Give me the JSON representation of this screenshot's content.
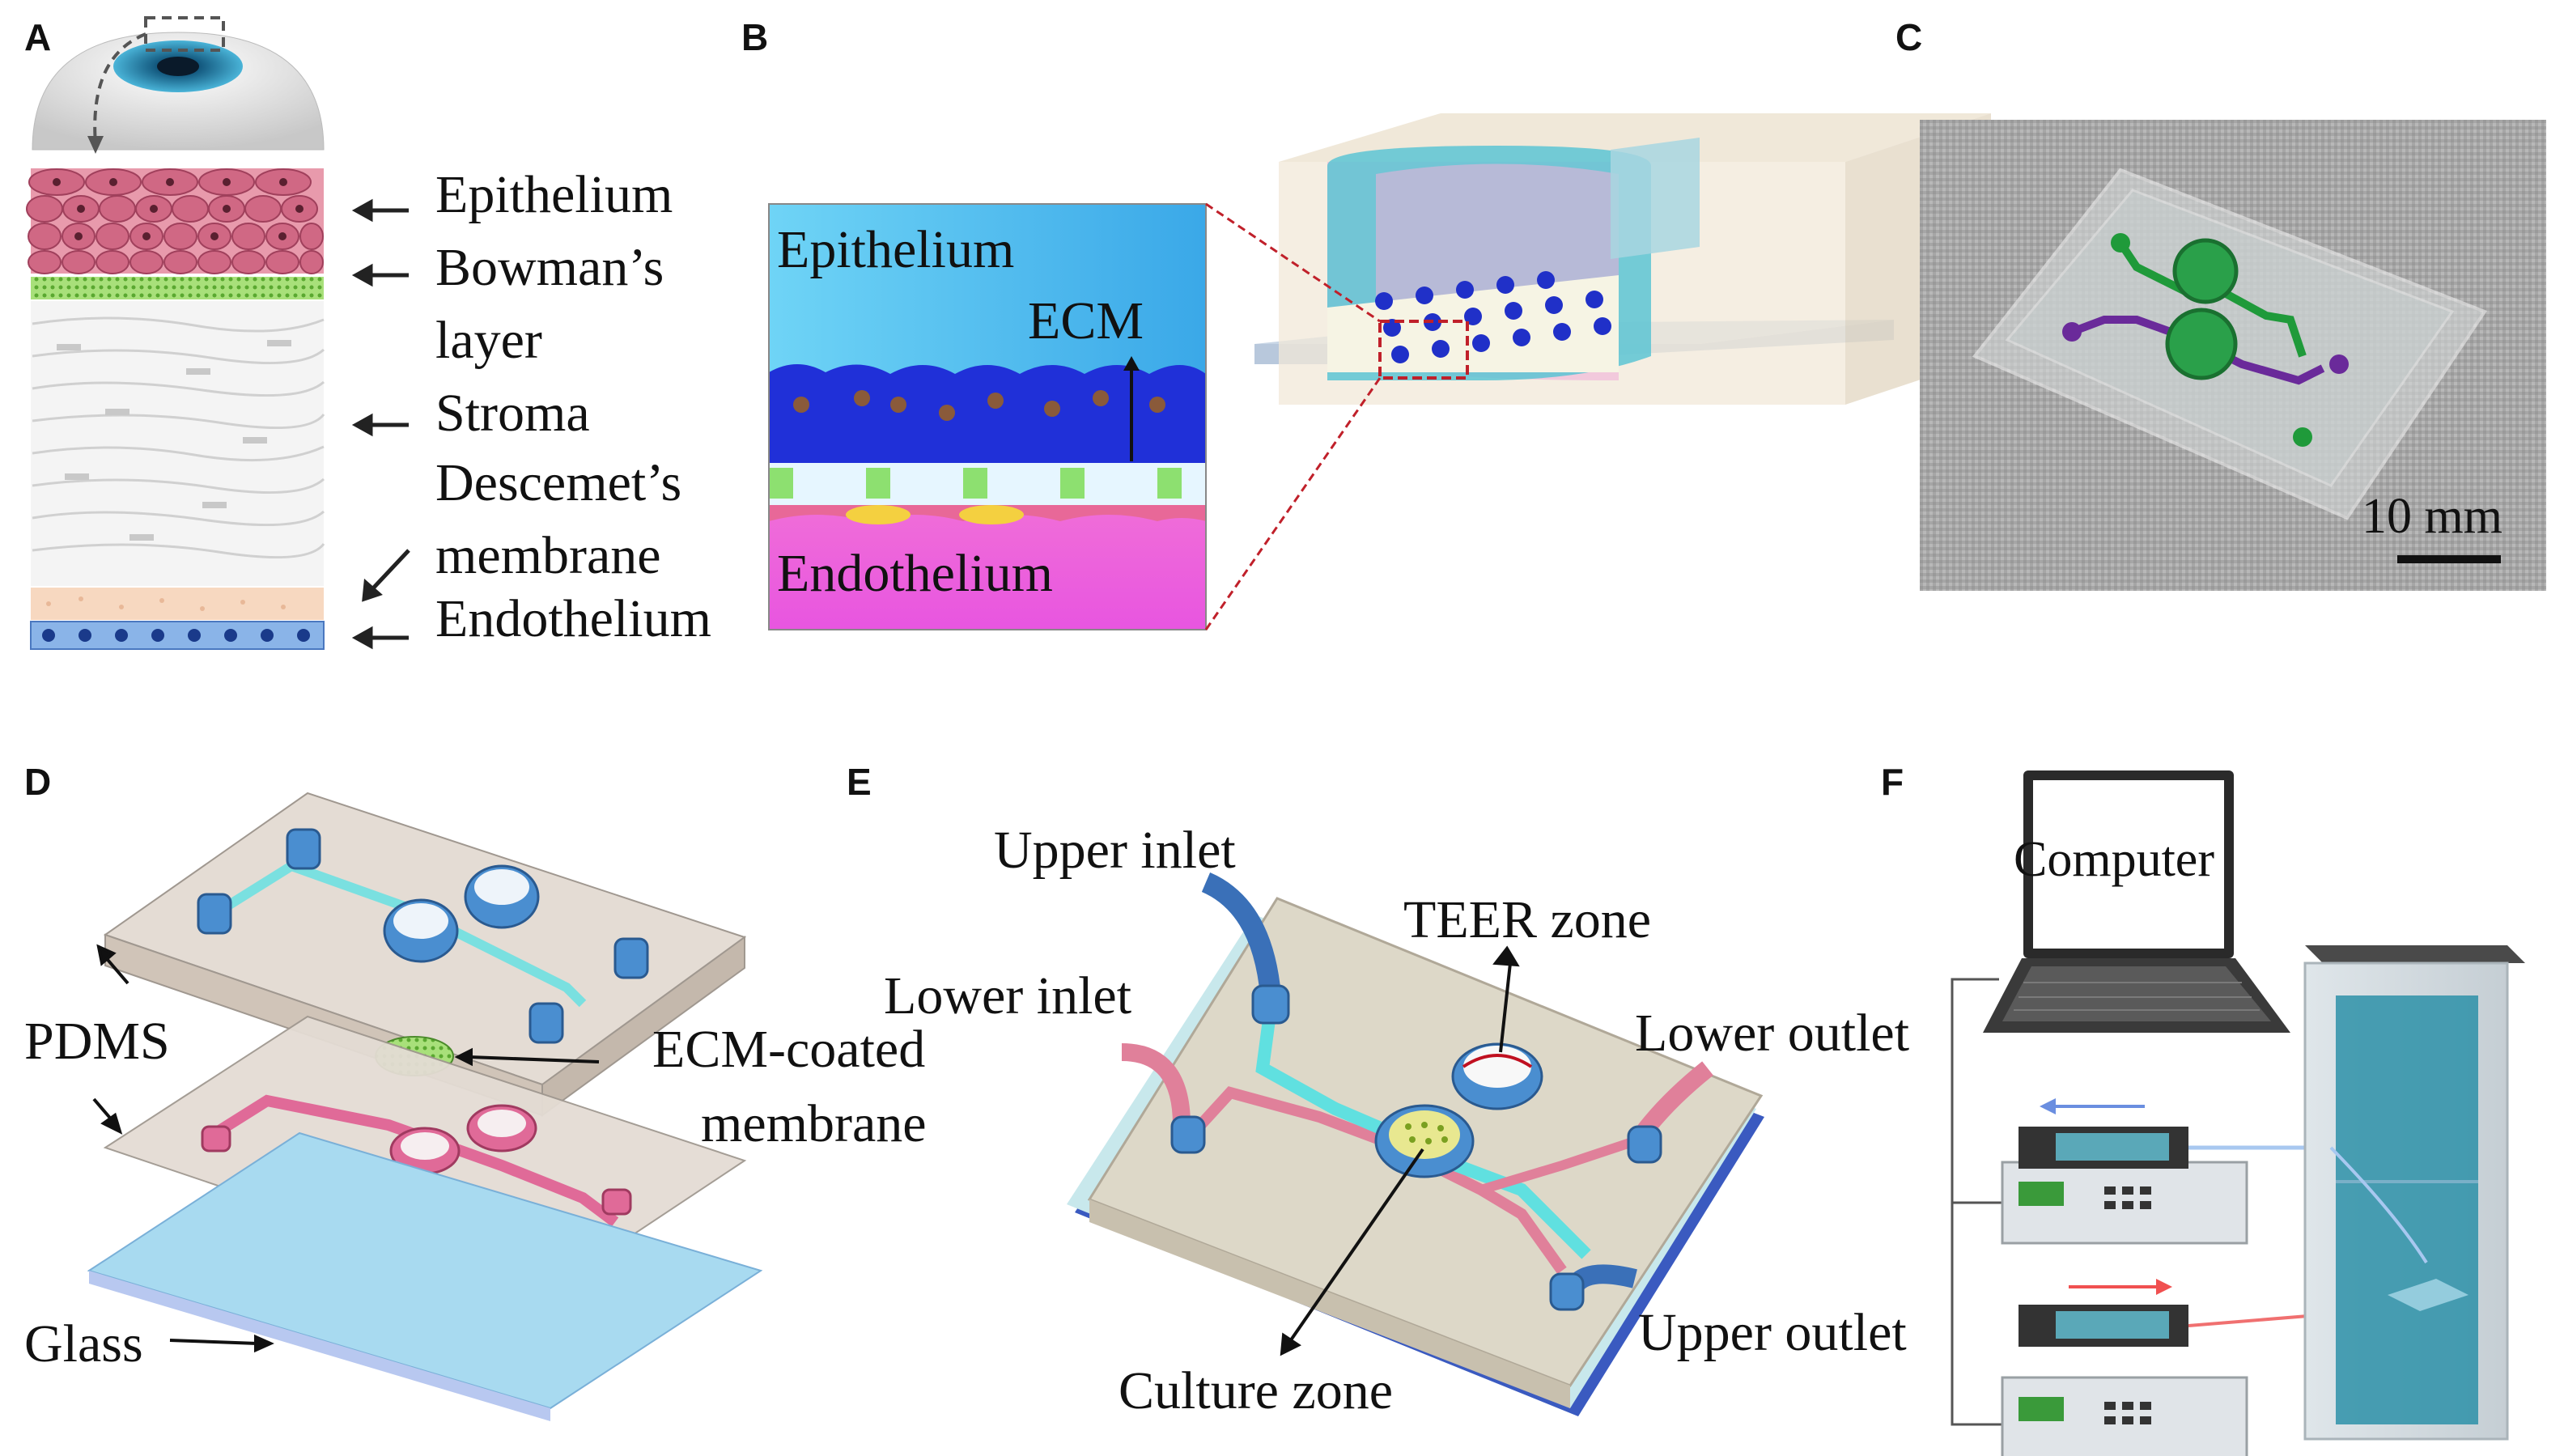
{
  "panels": {
    "A": {
      "letter": "A",
      "labels": {
        "epithelium": "Epithelium",
        "bowmans_1": "Bowman’s",
        "bowmans_2": "layer",
        "stroma": "Stroma",
        "descemets_1": "Descemet’s",
        "descemets_2": "membrane",
        "endothelium": "Endothelium"
      }
    },
    "B": {
      "letter": "B",
      "labels": {
        "epithelium": "Epithelium",
        "ecm": "ECM",
        "endothelium": "Endothelium"
      }
    },
    "C": {
      "letter": "C",
      "scale_bar": "10 mm"
    },
    "D": {
      "letter": "D",
      "labels": {
        "pdms": "PDMS",
        "ecm_1": "ECM-coated",
        "ecm_2": "membrane",
        "glass": "Glass"
      }
    },
    "E": {
      "letter": "E",
      "labels": {
        "upper_inlet": "Upper inlet",
        "lower_inlet": "Lower inlet",
        "teer_zone": "TEER zone",
        "lower_outlet": "Lower outlet",
        "upper_outlet": "Upper outlet",
        "culture_zone": "Culture zone"
      }
    },
    "F": {
      "letter": "F",
      "labels": {
        "computer": "Computer"
      }
    }
  },
  "colors": {
    "epithelium_blue": "#5bc8f0",
    "endothelium_pink": "#f05fe0",
    "cell_blue": "#2233cc",
    "upper_channel": "#5de0e0",
    "lower_channel": "#e0709a",
    "membrane_green": "#8dd650",
    "glass": "#a8daf0",
    "pdms": "#d9cdc0"
  }
}
